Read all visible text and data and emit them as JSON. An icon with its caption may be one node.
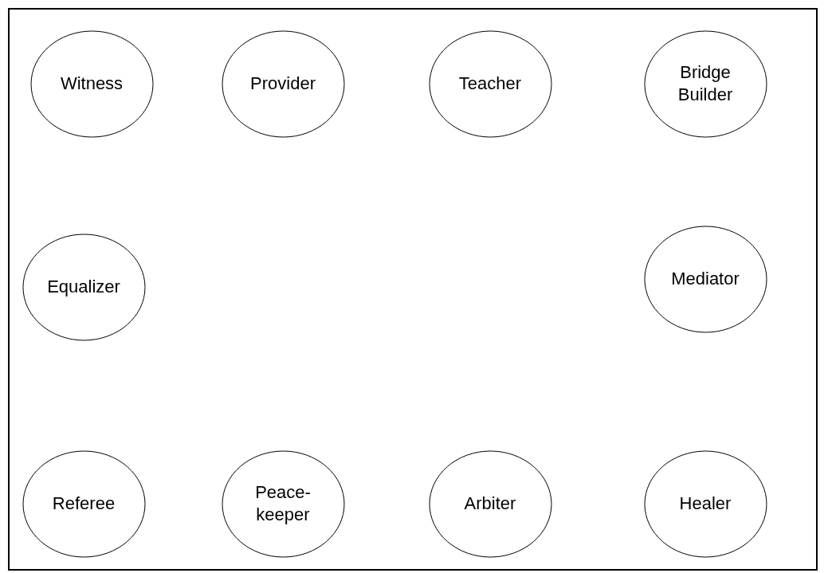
{
  "diagram": {
    "nodes": [
      {
        "text": [
          "Witness"
        ]
      },
      {
        "text": [
          "Provider"
        ]
      },
      {
        "text": [
          "Teacher"
        ]
      },
      {
        "text": [
          "Bridge Builder"
        ]
      },
      {
        "text": [
          "Equalizer"
        ]
      },
      {
        "text": [
          "Mediator"
        ]
      },
      {
        "text": [
          "Referee"
        ]
      },
      {
        "text": [
          "Peace-keeper"
        ]
      },
      {
        "text": [
          "Arbiter"
        ]
      },
      {
        "text": [
          "Healer"
        ]
      }
    ]
  }
}
